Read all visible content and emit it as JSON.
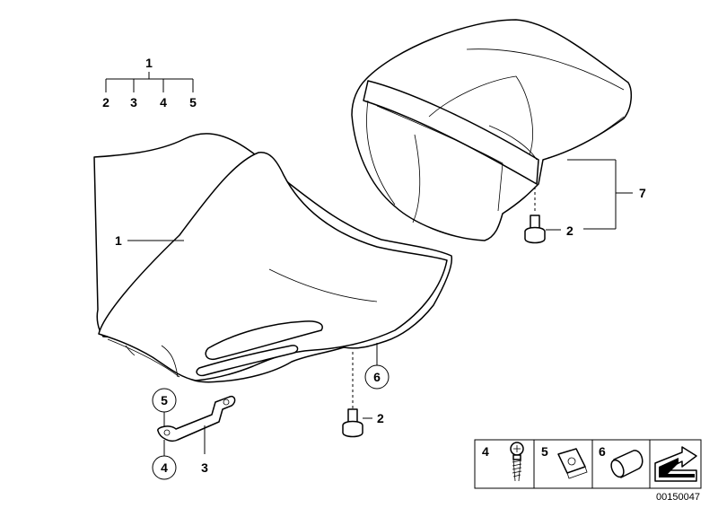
{
  "diagram_code": "00150047",
  "labels": {
    "tree_root": "1",
    "tree_2": "2",
    "tree_3": "3",
    "tree_4": "4",
    "tree_5": "5",
    "seat": "1",
    "rear_seat": "7",
    "screw_upper": "2",
    "screw_lower": "2",
    "bracket": "3",
    "circle_5": "5",
    "circle_4": "4",
    "circle_6": "6"
  },
  "legend": [
    {
      "number": "4",
      "icon": "screw-icon"
    },
    {
      "number": "5",
      "icon": "clip-nut-icon"
    },
    {
      "number": "6",
      "icon": "rubber-buffer-icon"
    },
    {
      "number": "",
      "icon": "arrow-icon"
    }
  ]
}
